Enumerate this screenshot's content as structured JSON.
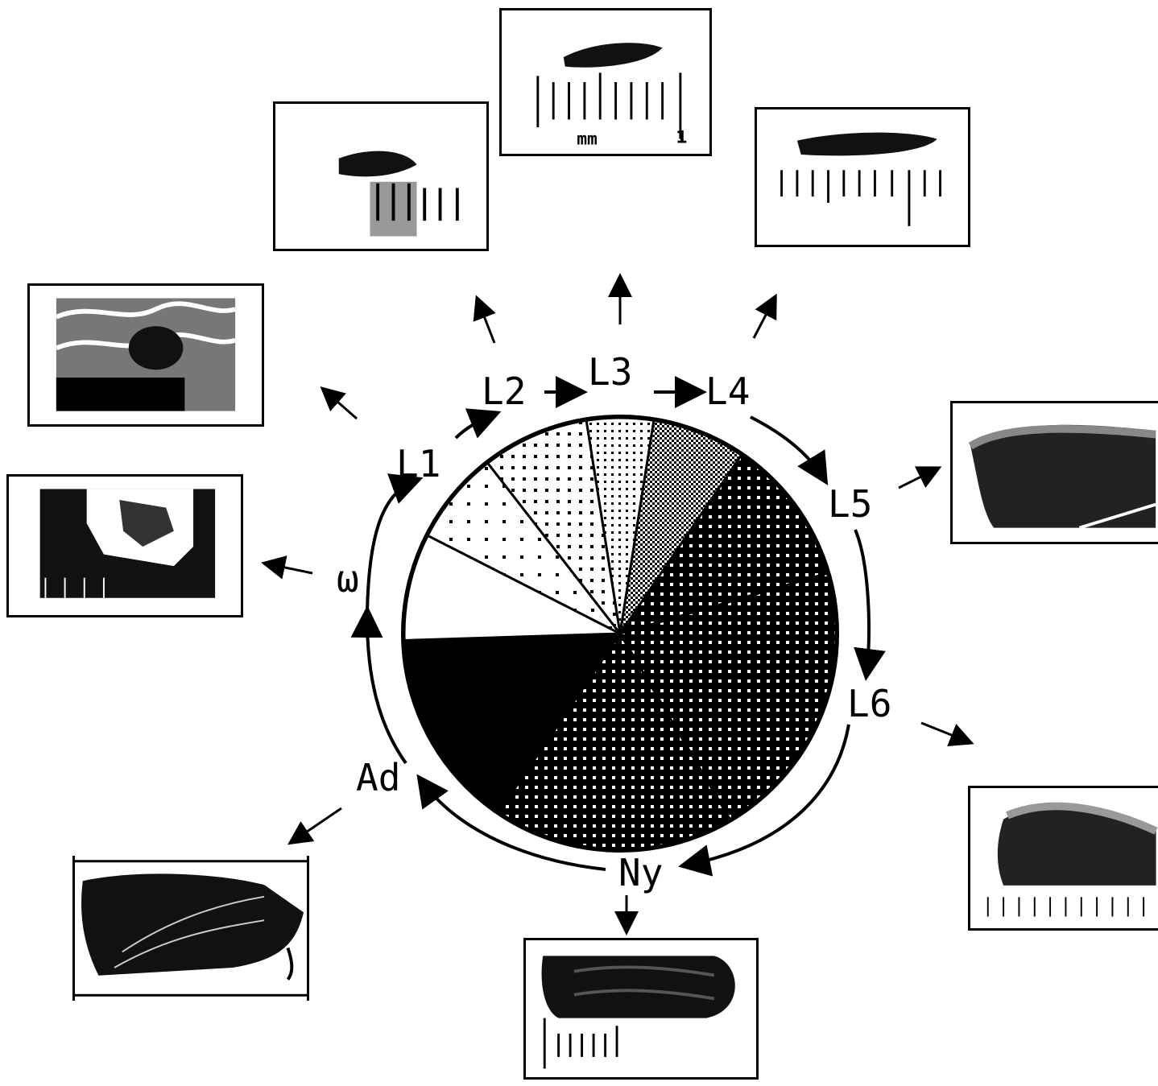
{
  "stages": {
    "egg": "ω",
    "l1": "L1",
    "l2": "L2",
    "l3": "L3",
    "l4": "L4",
    "l5": "L5",
    "l6": "L6",
    "nymph": "Ny",
    "adult": "Ad"
  },
  "photo_texts": {
    "scale_unit": "mm",
    "scale_mark": "1"
  },
  "chart_data": {
    "type": "pie",
    "title": "",
    "categories": [
      "ω",
      "L1",
      "L2",
      "L3",
      "L4",
      "L5",
      "L6",
      "Ny",
      "Ad"
    ],
    "values": [
      8,
      7,
      8,
      5,
      7,
      11,
      21,
      18,
      15
    ],
    "fills": [
      "white",
      "light-dots",
      "medium-dots",
      "dense-dots",
      "checker",
      "dark-dots",
      "dark-dots",
      "dark-dots",
      "black"
    ],
    "direction": "clockwise from 12 o'clock"
  }
}
